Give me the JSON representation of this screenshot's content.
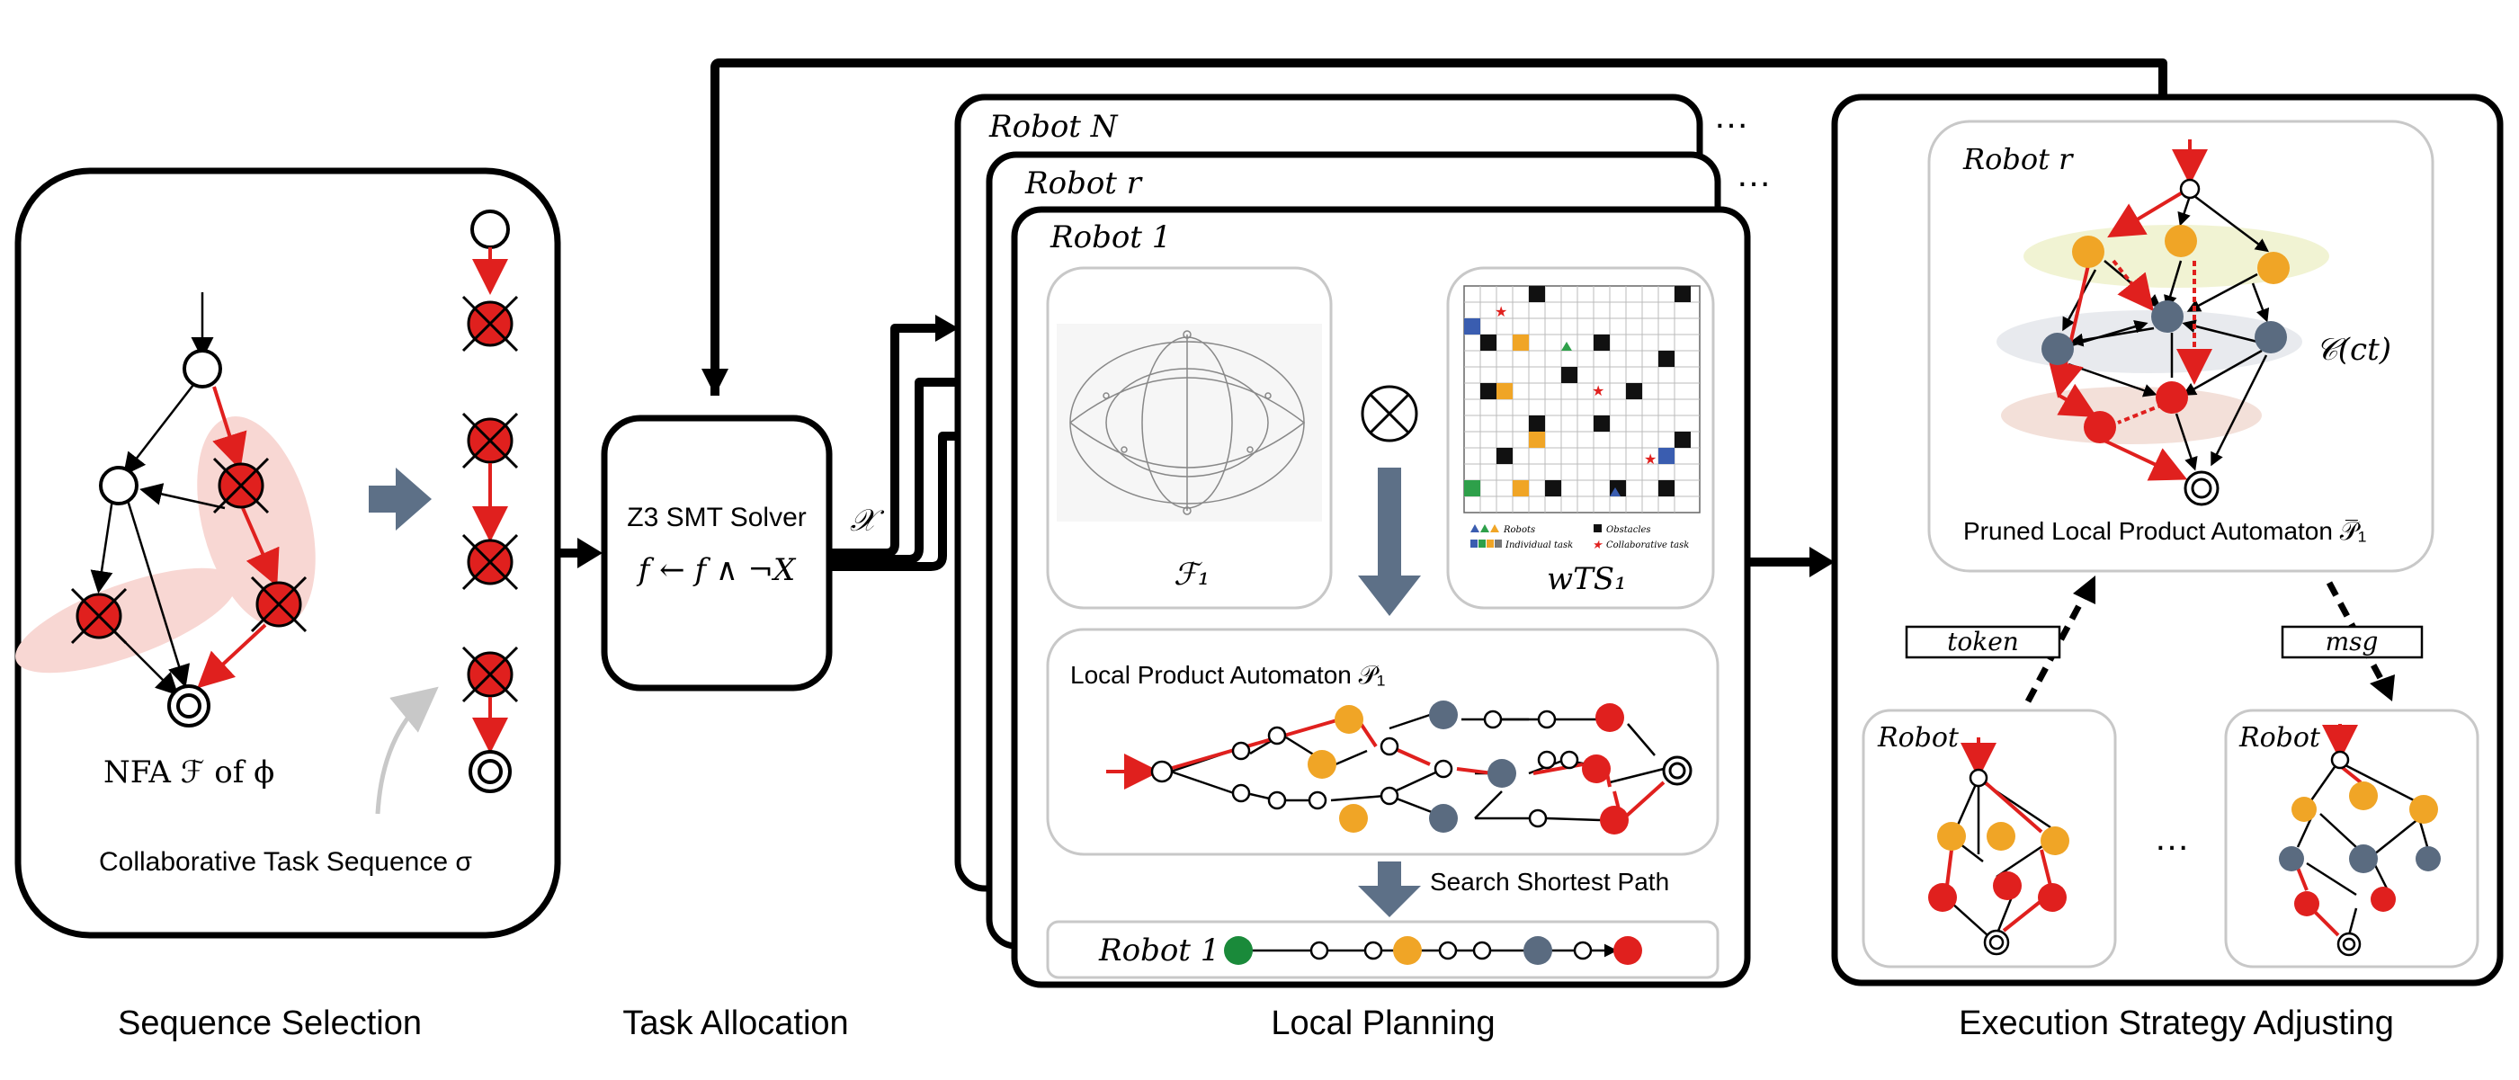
{
  "captions": {
    "sequence_selection": "Sequence Selection",
    "task_allocation": "Task Allocation",
    "local_planning": "Local Planning",
    "execution": "Execution Strategy Adjusting"
  },
  "sequence": {
    "nfa_label": "NFA ℱ of ϕ",
    "collab_label": "Collaborative Task Sequence σ"
  },
  "solver": {
    "title": "Z3 SMT Solver",
    "formula": "f ← f ∧ ¬X",
    "output": "𝒳"
  },
  "planning": {
    "robot_n": "Robot N",
    "robot_r": "Robot r",
    "robot_1": "Robot 1",
    "ellipsis": "…",
    "f1": "ℱ₁",
    "wts": "wTS₁",
    "otimes": "⊗",
    "product_label": "Local Product Automaton  𝒫₁",
    "search_label": "Search Shortest Path",
    "path_robot": "Robot 1",
    "legend": [
      "Robots",
      "Obstacles",
      "Individual task",
      "Collaborative task"
    ]
  },
  "execution": {
    "robot_r": "Robot r",
    "cct": "𝒞(ct)",
    "pruned_label": "Pruned Local Product Automaton  𝒫̅₁",
    "token": "token",
    "msg": "msg",
    "robot_left": "Robot",
    "robot_right": "Robot",
    "dots": "…"
  },
  "colors": {
    "red": "#e0201e",
    "orange": "#f0a526",
    "gray": "#5a6b80",
    "green": "#1a8a3a",
    "arrow_fill": "#5d7087"
  }
}
